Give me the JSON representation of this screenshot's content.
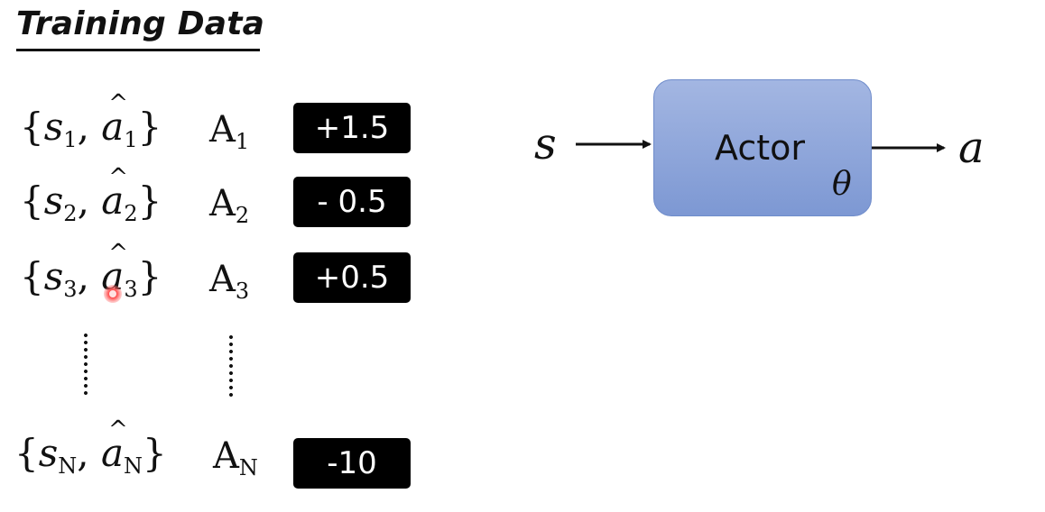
{
  "title": "Training Data",
  "rows": [
    {
      "s": "s",
      "s_sub": "1",
      "a": "a",
      "a_sub": "1",
      "adv": "A",
      "adv_sub": "1",
      "value": "+1.5"
    },
    {
      "s": "s",
      "s_sub": "2",
      "a": "a",
      "a_sub": "2",
      "adv": "A",
      "adv_sub": "2",
      "value": "- 0.5"
    },
    {
      "s": "s",
      "s_sub": "3",
      "a": "a",
      "a_sub": "3",
      "adv": "A",
      "adv_sub": "3",
      "value": "+0.5"
    },
    {
      "s": "s",
      "s_sub": "N",
      "a": "a",
      "a_sub": "N",
      "adv": "A",
      "adv_sub": "N",
      "value": "-10"
    }
  ],
  "actor": {
    "label": "Actor",
    "param": "θ",
    "input": "s",
    "output": "a",
    "box_color": "#8fa7db"
  },
  "accent_colors": {
    "value_box": "#000000",
    "laser": "#ff2d2d"
  }
}
